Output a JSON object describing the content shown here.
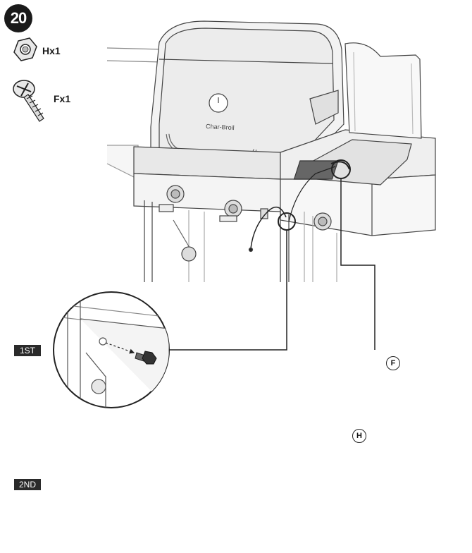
{
  "step": {
    "number": "20"
  },
  "parts": [
    {
      "icon": "hex-nut-icon",
      "label": "Hx1"
    },
    {
      "icon": "screw-icon",
      "label": "Fx1"
    }
  ],
  "details": {
    "first_tag": "1ST",
    "second_tag": "2ND",
    "callout_screw": "F",
    "callout_nut": "H"
  },
  "colors": {
    "ink": "#1a1a1a",
    "line": "#444444",
    "metal_light": "#e6e6e6",
    "metal_mid": "#c4c4c4",
    "grate": "#555555"
  }
}
